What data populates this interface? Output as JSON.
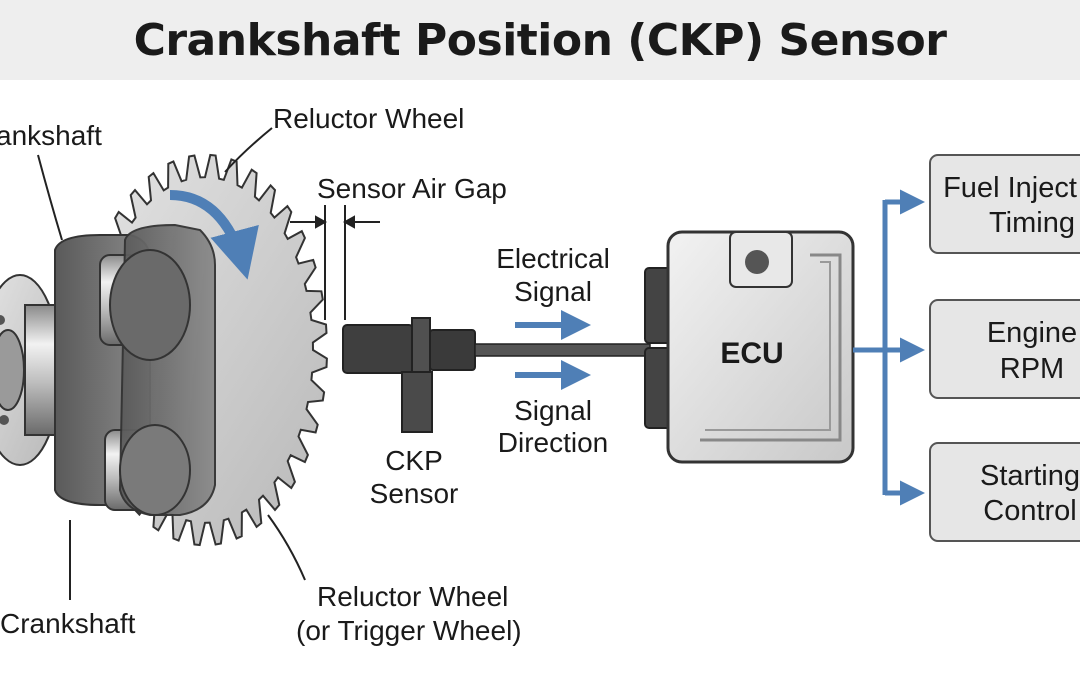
{
  "title": "Crankshaft Position (CKP) Sensor",
  "labels": {
    "crankshaft_top": "ankshaft",
    "crankshaft_bottom": "Crankshaft",
    "reluctor_wheel_top": "Reluctor Wheel",
    "air_gap": "Sensor Air Gap",
    "electrical_signal_line1": "Electrical",
    "electrical_signal_line2": "Signal",
    "signal_direction_line1": "Signal",
    "signal_direction_line2": "Direction",
    "ckp_sensor_line1": "CKP",
    "ckp_sensor_line2": "Sensor",
    "reluctor_wheel_bottom_line1": "Reluctor Wheel",
    "reluctor_wheel_bottom_line2": "(or Trigger Wheel)",
    "ecu": "ECU"
  },
  "outputs": [
    {
      "line1": "Fuel Inject",
      "line2": "Timing"
    },
    {
      "line1": "Engine",
      "line2": "RPM"
    },
    {
      "line1": "Starting",
      "line2": "Control"
    }
  ],
  "colors": {
    "arrow_blue": "#4f7fb6",
    "metal_light": "#d6d6d6",
    "metal_dark": "#6e6e6e",
    "box_fill": "#e6e6e6"
  }
}
